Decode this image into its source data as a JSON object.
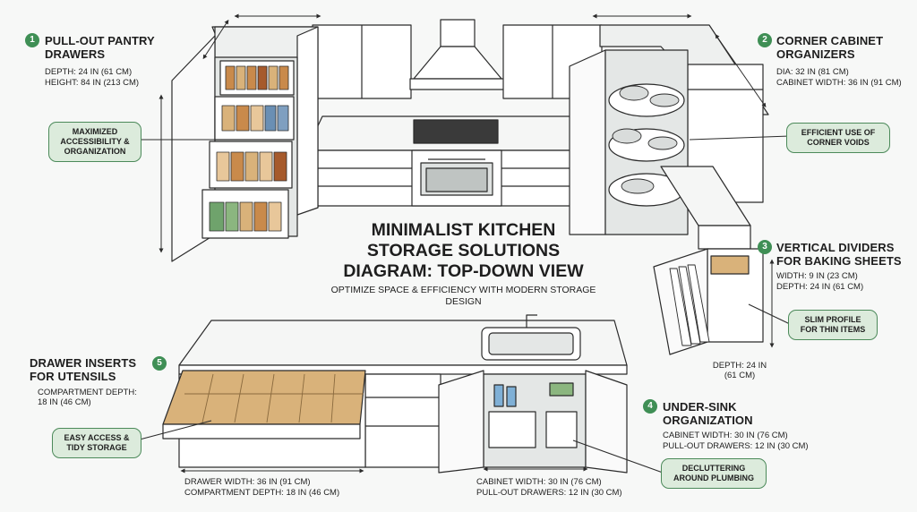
{
  "title": "MINIMALIST KITCHEN STORAGE SOLUTIONS DIAGRAM: TOP-DOWN VIEW",
  "subtitle": "OPTIMIZE SPACE & EFFICIENCY WITH MODERN STORAGE DESIGN",
  "colors": {
    "accent": "#3f8f55",
    "badge_bg": "#dcebdc",
    "badge_border": "#4c8a5a",
    "line": "#2b2b2b",
    "wood": "#d9b27a"
  },
  "sections": [
    {
      "num": "1",
      "heading": "PULL-OUT PANTRY DRAWERS",
      "specs": [
        "DEPTH: 24 IN (61 CM)",
        "HEIGHT: 84 IN (213 CM)"
      ],
      "callout": "MAXIMIZED ACCESSIBILITY & ORGANIZATION"
    },
    {
      "num": "2",
      "heading": "CORNER CABINET ORGANIZERS",
      "specs": [
        "DIA: 32 IN (81 CM)",
        "CABINET WIDTH: 36 IN (91 CM)"
      ],
      "callout": "EFFICIENT USE OF CORNER VOIDS"
    },
    {
      "num": "3",
      "heading": "VERTICAL DIVIDERS FOR BAKING SHEETS",
      "specs": [
        "WIDTH: 9 IN (23 CM)",
        "DEPTH: 24 IN (61 CM)"
      ],
      "callout": "SLIM PROFILE FOR THIN ITEMS",
      "dimension": "DEPTH: 24 IN (61 CM)"
    },
    {
      "num": "4",
      "heading": "UNDER-SINK ORGANIZATION",
      "specs": [
        "CABINET WIDTH: 30 IN (76 CM)",
        "PULL-OUT DRAWERS: 12 IN (30 CM)"
      ],
      "callout": "DECLUTTERING AROUND PLUMBING",
      "dimension": [
        "CABINET WIDTH: 30 IN (76 CM)",
        "PULL-OUT DRAWERS: 12 IN (30 CM)"
      ]
    },
    {
      "num": "5",
      "heading": "DRAWER INSERTS FOR UTENSILS",
      "specs": [
        "COMPARTMENT DEPTH: 18 IN (46 CM)"
      ],
      "callout": "EASY ACCESS & TIDY STORAGE",
      "dimension": [
        "DRAWER WIDTH: 36 IN (91 CM)",
        "COMPARTMENT DEPTH: 18 IN (46 CM)"
      ]
    }
  ]
}
